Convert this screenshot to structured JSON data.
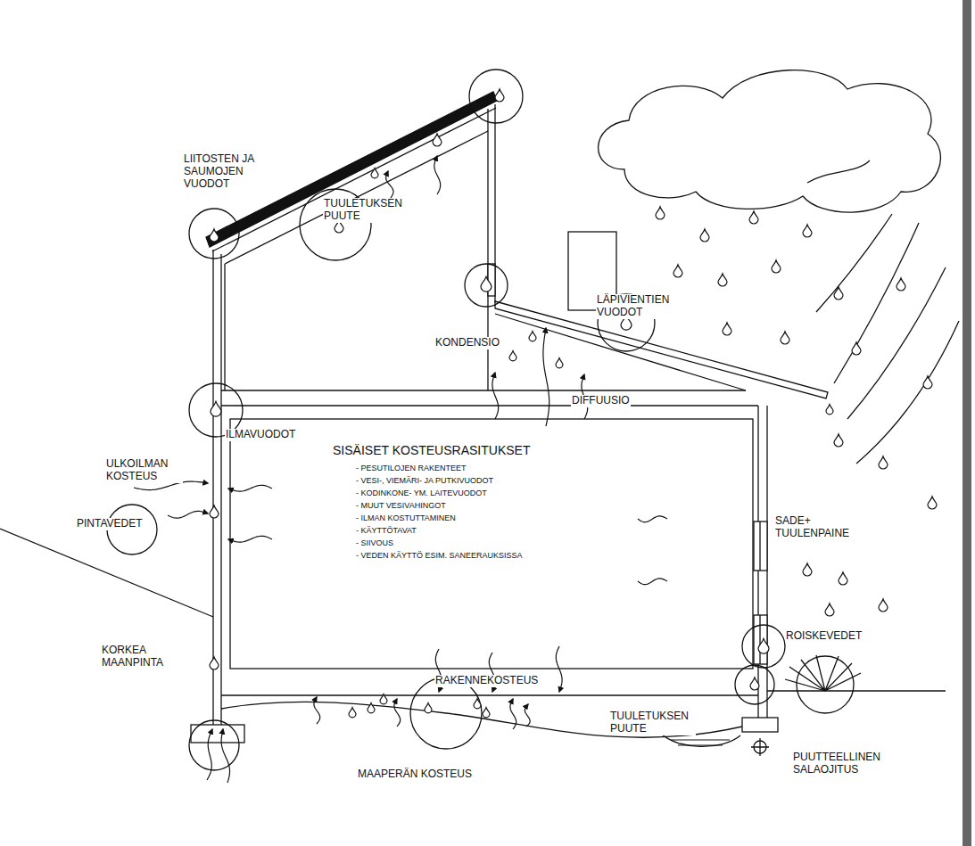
{
  "diagram": {
    "labels": [
      "LIITOSTEN JA SAUMOJEN VUODOT",
      "TUULETUKSEN PUUTE",
      "KONDENSIO",
      "LÄPIVIENTIEN VUODOT",
      "DIFFUUSIO",
      "ILMAVUODOT",
      "SISÄISET KOSTEUSRASITUKSET",
      "- PESUTILOJEN RAKENTEET",
      "- VESI-, VIEMÄRI- JA PUTKIVUODOT",
      "- KODINKONE- YM. LAITEVUODOT",
      "- MUUT VESIVAHINGOT",
      "- ILMAN KOSTUTTAMINEN",
      "- KÄYTTÖTAVAT",
      "- SIIVOUS",
      "- VEDEN KÄYTTÖ ESIM. SANEERAUKSISSA",
      "ULKOILMAN KOSTEUS",
      "PINTAVEDET",
      "KORKEA MAANPINTA",
      "RAKENNEKOSTEUS",
      "SADE+ TUULENPAINE",
      "ROISKEVEDET",
      "TUULETUKSEN PUUTE",
      "MAAPERÄN KOSTEUS",
      "PUUTTEELLINEN SALAOJITUS"
    ]
  }
}
